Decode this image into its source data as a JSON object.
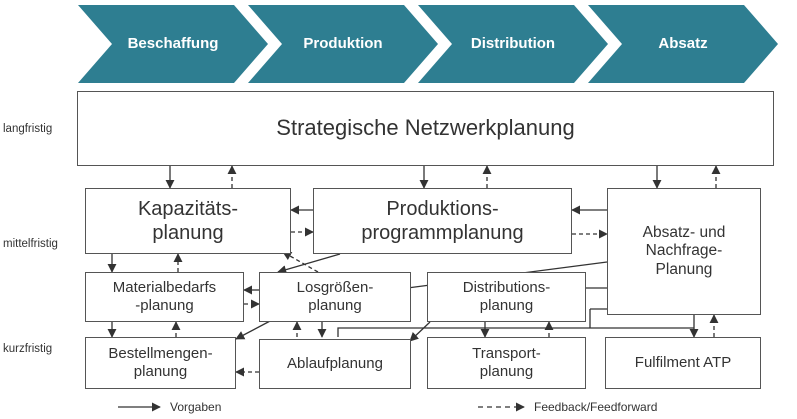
{
  "colors": {
    "chevron": "#2e7e91",
    "line": "#333333",
    "border": "#555555"
  },
  "chevrons": [
    "Beschaffung",
    "Produktion",
    "Distribution",
    "Absatz"
  ],
  "side_labels": {
    "long": "langfristig",
    "mid": "mittelfristig",
    "short": "kurzfristig"
  },
  "boxes": {
    "strategic": "Strategische Netzwerkplanung",
    "kapazitaet": "Kapazitäts-\nplanung",
    "produktion": "Produktions-\nprogrammplanung",
    "absatz": "Absatz- und\nNachfrage-\nPlanung",
    "material": "Materialbedarfs\n-planung",
    "losgroessen": "Losgrößen-\nplanung",
    "distribution": "Distributions-\nplanung",
    "bestell": "Bestellmengen-\nplanung",
    "ablauf": "Ablaufplanung",
    "transport": "Transport-\nplanung",
    "fulfilment": "Fulfilment ATP"
  },
  "legend": {
    "solid": "Vorgaben",
    "dashed": "Feedback/Feedforward"
  }
}
